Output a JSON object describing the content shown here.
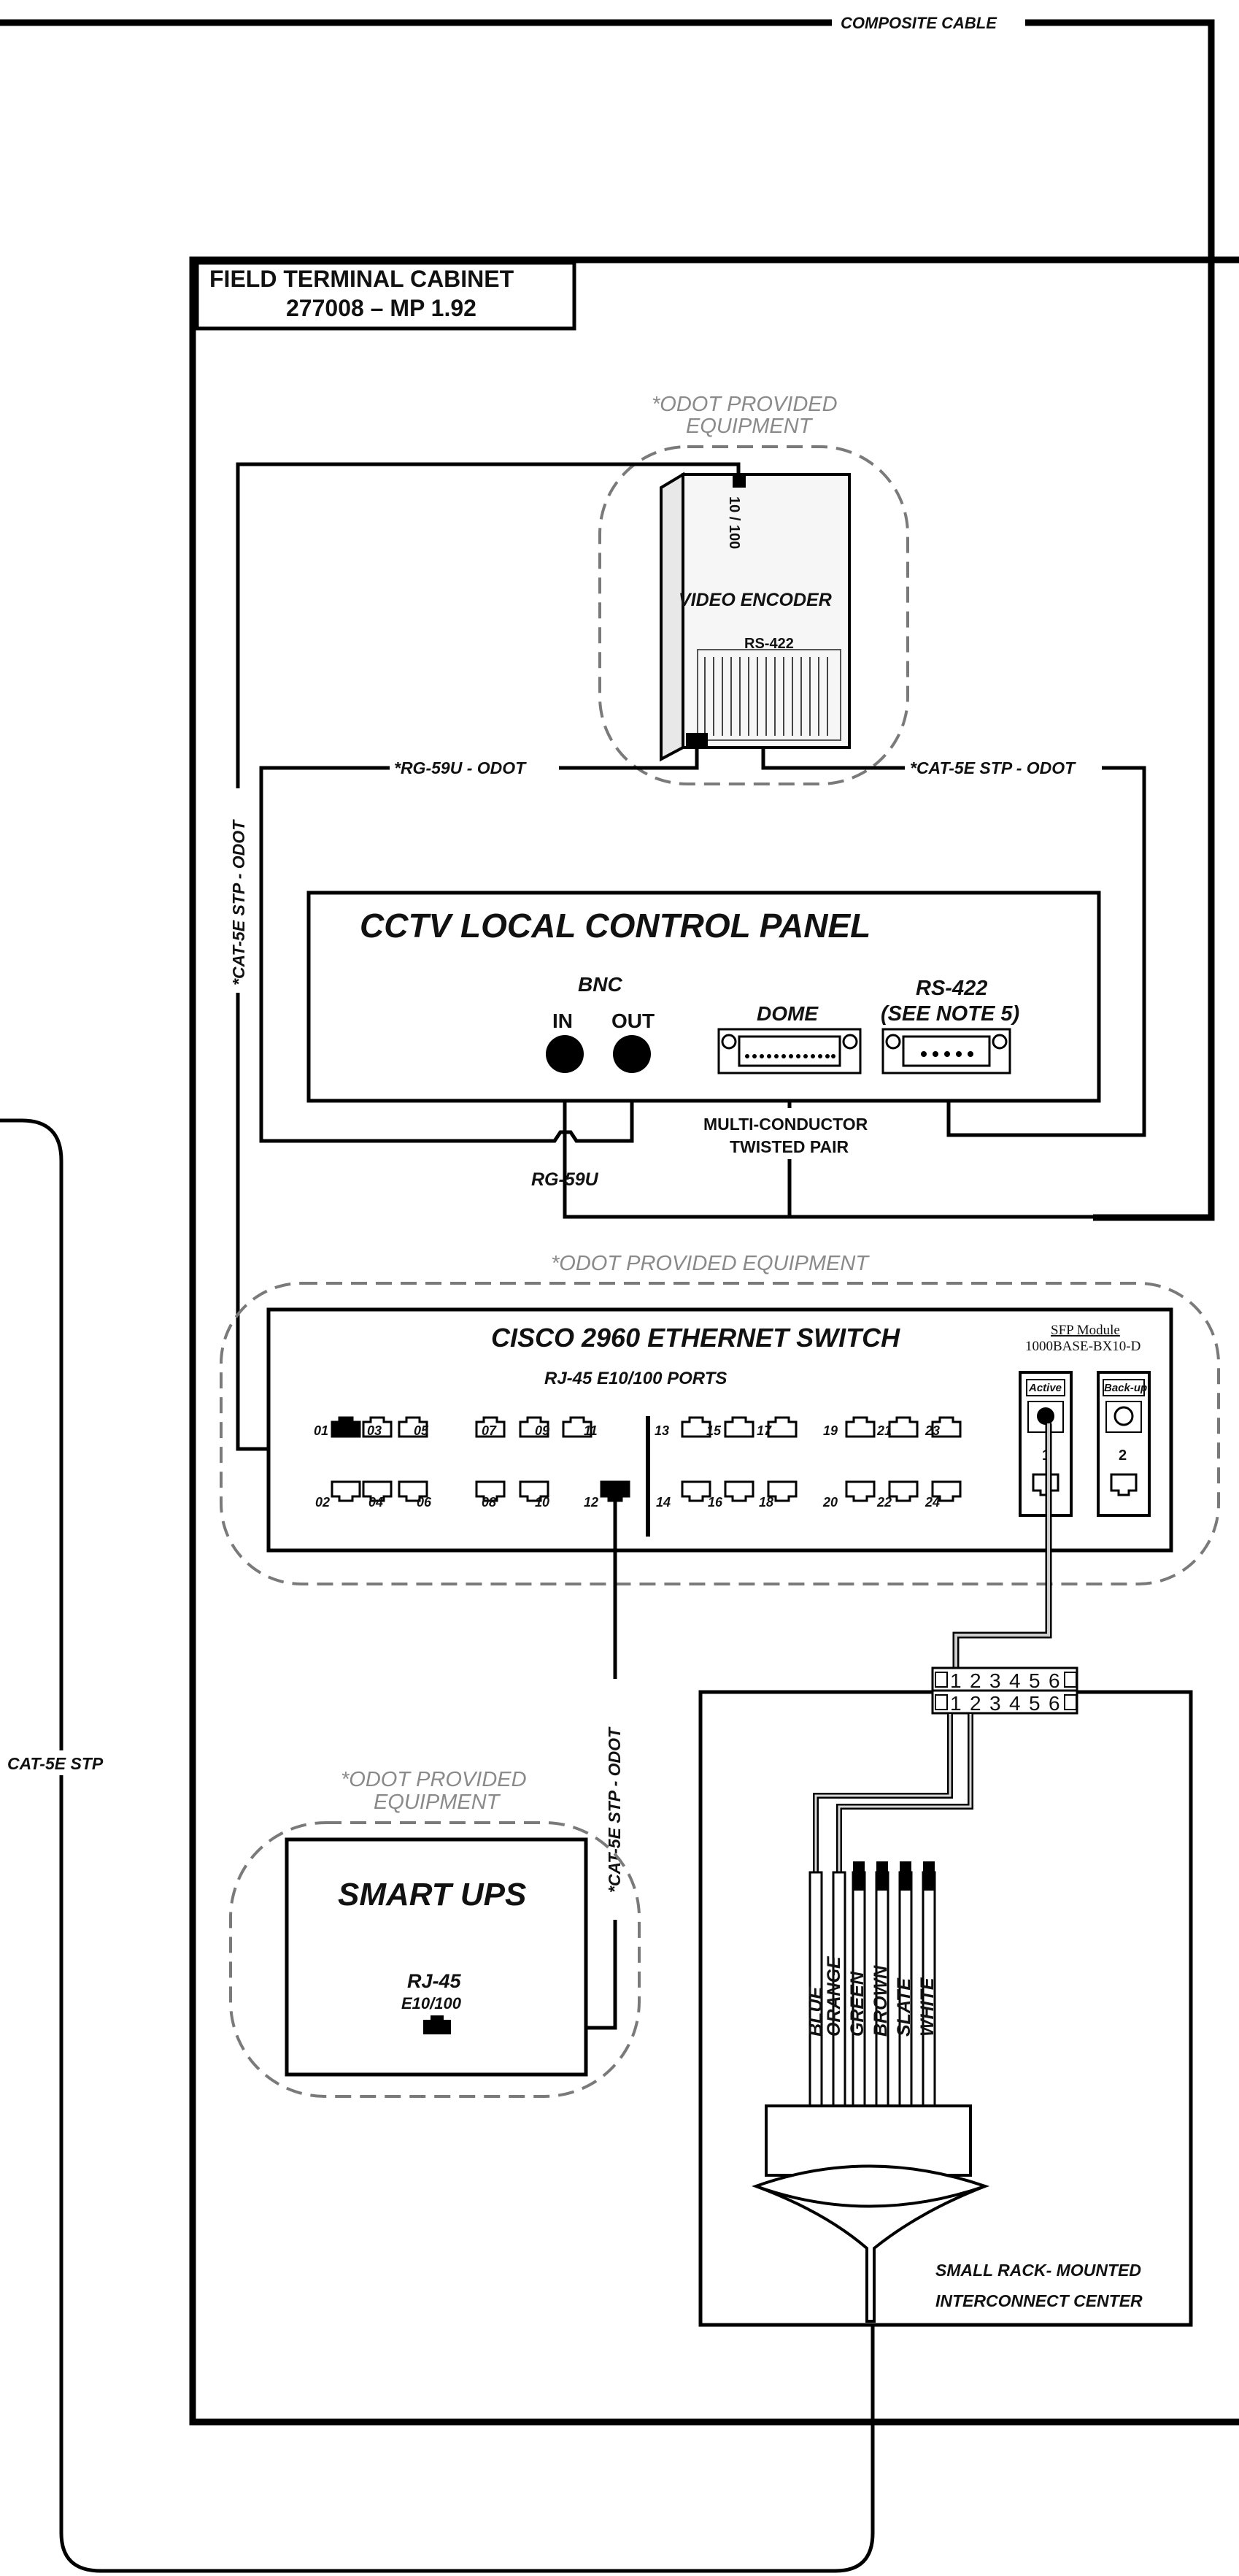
{
  "labels": {
    "composite_cable": "COMPOSITE CABLE",
    "cabinet_title_1": "FIELD TERMINAL CABINET",
    "cabinet_title_2": "277008 – MP 1.92",
    "odot_eq_1a": "*ODOT PROVIDED",
    "odot_eq_1b": "EQUIPMENT",
    "encoder_title": "VIDEO ENCODER",
    "encoder_port": "10 / 100",
    "encoder_rs422": "RS-422",
    "cable_rg59u_odot": "*RG-59U - ODOT",
    "cable_cat5e_odot_right": "*CAT-5E STP - ODOT",
    "cable_cat5e_odot_left": "*CAT-5E STP - ODOT",
    "panel_title": "CCTV LOCAL CONTROL PANEL",
    "bnc": "BNC",
    "bnc_in": "IN",
    "bnc_out": "OUT",
    "dome": "DOME",
    "rs422_a": "RS-422",
    "rs422_b": "(SEE NOTE 5)",
    "mc_a": "MULTI-CONDUCTOR",
    "mc_b": "TWISTED PAIR",
    "rg59u": "RG-59U",
    "odot_eq_2": "*ODOT PROVIDED EQUIPMENT",
    "switch_title": "CISCO 2960 ETHERNET SWITCH",
    "switch_ports": "RJ-45 E10/100 PORTS",
    "sfp_a": "SFP Module",
    "sfp_b": "1000BASE-BX10-D",
    "active": "Active",
    "backup": "Back-up",
    "sfp_1": "1",
    "sfp_2": "2",
    "cable_cat5e_stp": "CAT-5E STP",
    "cable_cat5e_odot_switch": "*CAT-5E STP - ODOT",
    "odot_eq_3a": "*ODOT PROVIDED",
    "odot_eq_3b": "EQUIPMENT",
    "ups_title": "SMART UPS",
    "ups_rj45": "RJ-45",
    "ups_e10": "E10/100",
    "fiber_blue": "BLUE",
    "fiber_orange": "ORANGE",
    "fiber_green": "GREEN",
    "fiber_brown": "BROWN",
    "fiber_slate": "SLATE",
    "fiber_white": "WHITE",
    "ic_a": "SMALL RACK- MOUNTED",
    "ic_b": "INTERCONNECT CENTER"
  },
  "switch_ports_top": [
    "01",
    "03",
    "05",
    "07",
    "09",
    "11",
    "13",
    "15",
    "17",
    "19",
    "21",
    "23"
  ],
  "switch_ports_bottom": [
    "02",
    "04",
    "06",
    "08",
    "10",
    "12",
    "14",
    "16",
    "18",
    "20",
    "22",
    "24"
  ],
  "terminal_numbers": [
    "1",
    "2",
    "3",
    "4",
    "5",
    "6"
  ]
}
